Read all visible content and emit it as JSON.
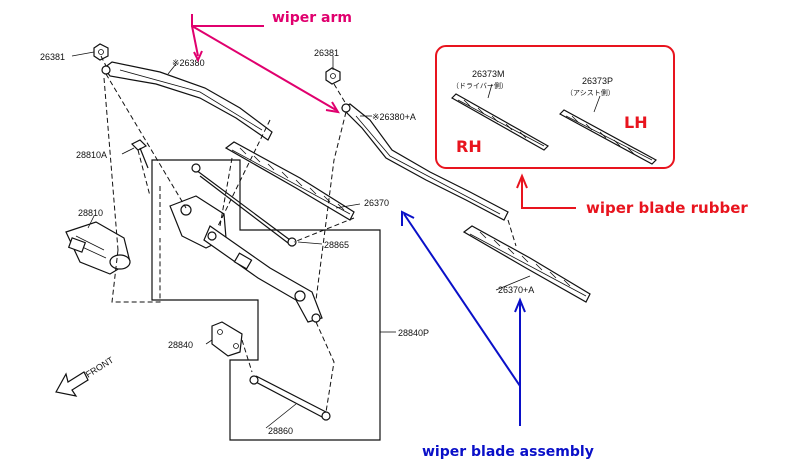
{
  "callouts": {
    "wiper_arm": "wiper arm",
    "wiper_blade_rubber": "wiper blade rubber",
    "wiper_blade_assembly": "wiper blade assembly",
    "rh": "RH",
    "lh": "LH"
  },
  "parts": {
    "p26381_left": "26381",
    "p26380": "※26380",
    "p26381_mid": "26381",
    "p26380a": "※26380+A",
    "p28810a": "28810A",
    "p28810": "28810",
    "p26370": "26370",
    "p28865": "28865",
    "p26370a": "26370+A",
    "p28840p": "28840P",
    "p28840": "28840",
    "p28860": "28860",
    "p26373m": "26373M",
    "p26373m_sub": "（ドライバー側）",
    "p26373p": "26373P",
    "p26373p_sub": "（アシスト側）"
  },
  "front": {
    "label": "FRONT"
  },
  "colors": {
    "magenta": "#e0006e",
    "blue": "#0a10c8",
    "red": "#e8141e",
    "ink": "#111111"
  }
}
